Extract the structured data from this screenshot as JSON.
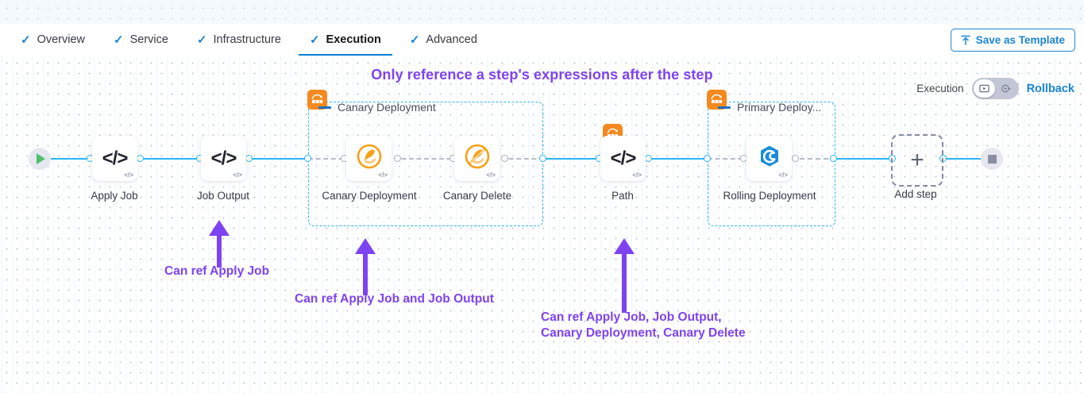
{
  "tabs": [
    {
      "label": "Overview",
      "active": false,
      "check": "check-icon"
    },
    {
      "label": "Service",
      "active": false,
      "check": "check-icon"
    },
    {
      "label": "Infrastructure",
      "active": false,
      "check": "check-icon"
    },
    {
      "label": "Execution",
      "active": true,
      "check": "check-icon"
    },
    {
      "label": "Advanced",
      "active": false,
      "check": "check-icon"
    }
  ],
  "toolbar": {
    "save_template_label": "Save as Template",
    "save_template_icon": "upload-icon"
  },
  "canvas": {
    "headline": "Only reference a step's expressions after the step",
    "execution_label": "Execution",
    "rollback_label": "Rollback",
    "toggle_left_icon": "play-box-icon",
    "toggle_right_icon": "play-circle-icon"
  },
  "pipeline": {
    "start_node": {
      "name": "start-node",
      "icon": "play-triangle-icon"
    },
    "end_node": {
      "name": "end-node",
      "icon": "stop-square-icon"
    },
    "add_step": {
      "label": "Add step",
      "icon": "plus-icon"
    },
    "nodes": [
      {
        "label": "Apply Job",
        "icon": "code-icon",
        "badge": "code-badge"
      },
      {
        "label": "Job Output",
        "icon": "code-icon",
        "badge": "code-badge"
      },
      {
        "label": "Canary\nDeployment",
        "icon": "canary-icon",
        "badge": "code-badge"
      },
      {
        "label": "Canary Delete",
        "icon": "canary-delete-icon",
        "badge": "code-badge"
      },
      {
        "label": "Path",
        "icon": "code-icon",
        "badge": "code-badge"
      },
      {
        "label": "Rolling\nDeployment",
        "icon": "rolling-deployment-icon",
        "badge": "code-badge"
      }
    ],
    "groups": [
      {
        "label": "Canary Deployment",
        "icon": "step-group-icon"
      },
      {
        "label": "Primary Deploy...",
        "icon": "step-group-icon"
      }
    ],
    "path_step_badge": "step-group-icon"
  },
  "annotations": [
    {
      "text": "Can ref Apply Job",
      "arrow": "up-arrow-icon"
    },
    {
      "text": "Can ref Apply Job and Job Output",
      "arrow": "up-arrow-icon"
    },
    {
      "text": "Can ref Apply Job, Job Output,\nCanary Deployment, Canary Delete",
      "arrow": "up-arrow-icon"
    }
  ],
  "colors": {
    "accent_blue": "#1b84d6",
    "connector_blue": "#2ab5f5",
    "annotation_purple": "#7e43f1",
    "group_orange": "#f4891f",
    "canary_orange": "#f6a117",
    "rolling_blue": "#1a8cdc"
  }
}
